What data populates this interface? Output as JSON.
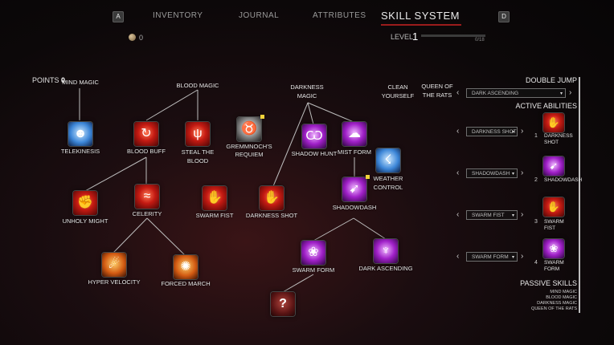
{
  "nav": {
    "left_key": "A",
    "right_key": "D",
    "tabs": [
      "INVENTORY",
      "JOURNAL",
      "ATTRIBUTES",
      "SKILL SYSTEM"
    ],
    "active_tab": "SKILL SYSTEM"
  },
  "currency": {
    "coins": "0"
  },
  "level": {
    "label": "LEVEL",
    "value": "1",
    "xp_text": "0/18",
    "xp_progress": 0
  },
  "tree": {
    "points_label": "POINTS",
    "points_value": "0",
    "categories": {
      "mind_magic": "MIND MAGIC",
      "blood_magic": "BLOOD MAGIC",
      "darkness_magic": "DARKNESS MAGIC",
      "clean_yourself": "CLEAN YOURSELF",
      "queen_of_rats": "QUEEN OF THE RATS"
    },
    "skills": {
      "telekinesis": "TELEKINESIS",
      "blood_buff": "BLOOD BUFF",
      "steal_the_blood": "STEAL THE BLOOD",
      "gremmnochs_requiem": "GREMMNOCH'S REQUIEM",
      "shadow_hunt": "SHADOW HUNT",
      "mist_form": "MIST FORM",
      "weather_control": "WEATHER CONTROL",
      "unholy_might": "UNHOLY MIGHT",
      "celerity": "CELERITY",
      "swarm_fist": "SWARM FIST",
      "darkness_shot": "DARKNESS SHOT",
      "shadowdash": "SHADOWDASH",
      "hyper_velocity": "HYPER VELOCITY",
      "forced_march": "FORCED MARCH",
      "swarm_form": "SWARM FORM",
      "dark_ascending": "DARK ASCENDING",
      "unknown": "?"
    }
  },
  "panel": {
    "double_jump_title": "DOUBLE JUMP",
    "double_jump_select": "DARK ASCENDING",
    "active_title": "ACTIVE ABILITIES",
    "slots": [
      {
        "num": "1",
        "select": "DARKNESS SHOT",
        "label": "DARKNESS SHOT"
      },
      {
        "num": "2",
        "select": "SHADOWDASH",
        "label": "SHADOWDASH"
      },
      {
        "num": "3",
        "select": "SWARM FIST",
        "label": "SWARM FIST"
      },
      {
        "num": "4",
        "select": "SWARM FORM",
        "label": "SWARM FORM"
      }
    ],
    "passive_title": "PASSIVE SKILLS",
    "passive_items": [
      "MIND MAGIC",
      "BLOOD MAGIC",
      "DARKNESS MAGIC",
      "QUEEN OF THE RATS"
    ]
  }
}
